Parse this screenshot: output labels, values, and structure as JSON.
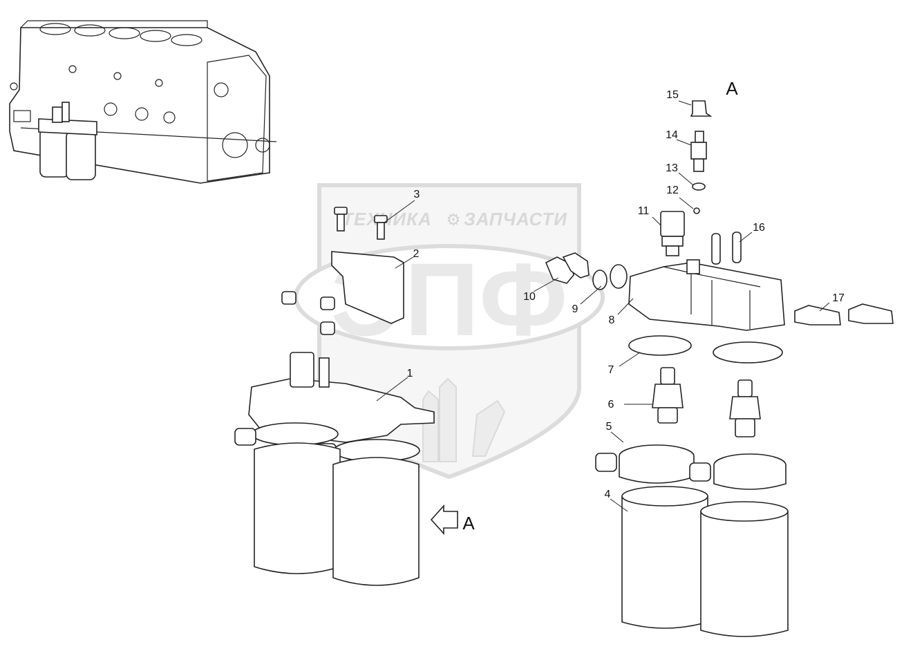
{
  "watermark": {
    "brand_left": "ТЕХНИКА",
    "brand_right": "ЗАПЧАСТИ",
    "logo_letters": "ЭПФ",
    "gear_glyph": "⚙"
  },
  "view_marker": {
    "title_letter": "A",
    "arrow_letter": "A"
  },
  "callouts": {
    "c1": "1",
    "c2": "2",
    "c3": "3",
    "c4": "4",
    "c5": "5",
    "c6": "6",
    "c7": "7",
    "c8": "8",
    "c9": "9",
    "c10": "10",
    "c11": "11",
    "c12": "12",
    "c13": "13",
    "c14": "14",
    "c15": "15",
    "c16": "16",
    "c17": "17"
  }
}
